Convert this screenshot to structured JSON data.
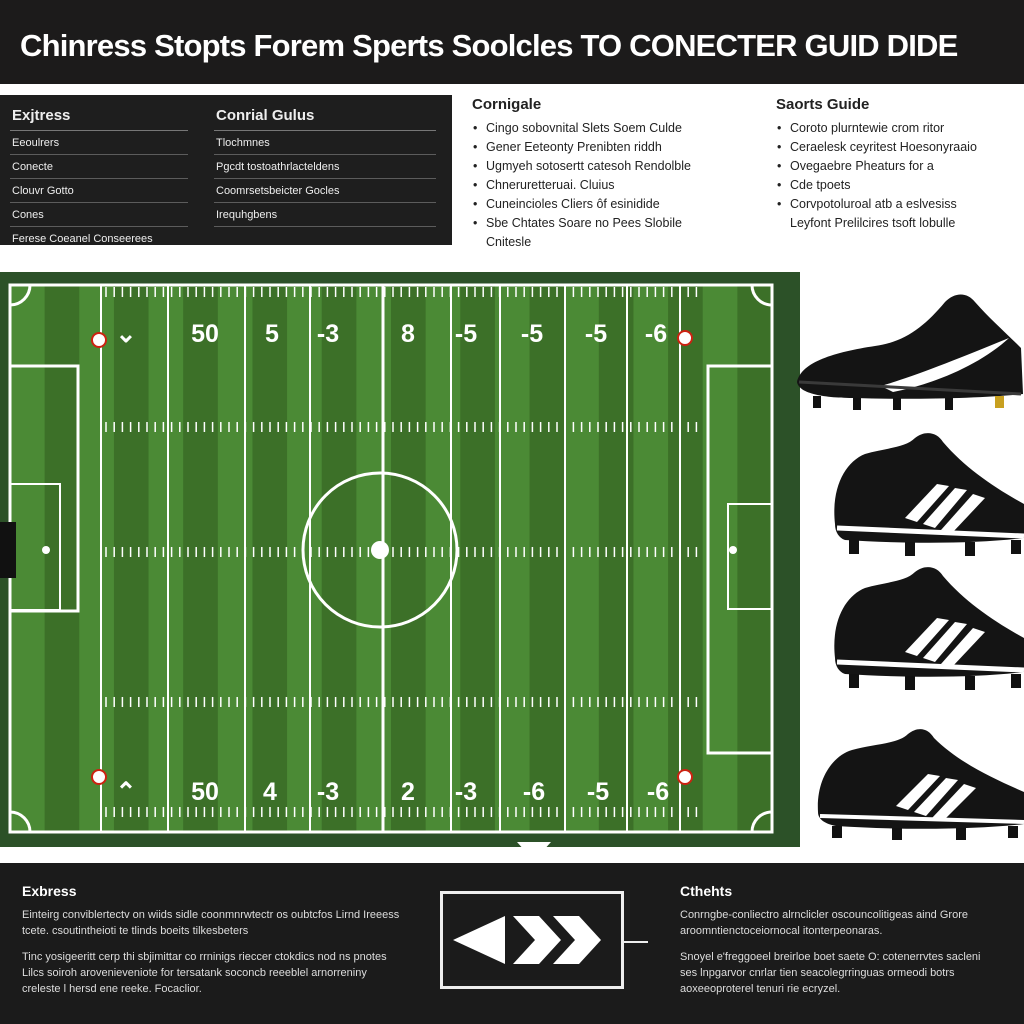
{
  "header": {
    "title": "Chinress Stopts Forem Sperts Soolcles TO CONECTER GUID DIDE"
  },
  "dark_panel": {
    "left_col": {
      "title": "Exjtress",
      "rows": [
        "Eeoulrers",
        "Conecte",
        "Clouvr Gotto",
        "Cones",
        "Ferese Coeanel Conseerees"
      ]
    },
    "right_col": {
      "title": "Conrial Gulus",
      "rows": [
        "Tlochmnes",
        "Pgcdt tostoathrlacteldens",
        "Coomrsetsbeicter Gocles",
        "Irequhgbens"
      ]
    }
  },
  "cornigale": {
    "title": "Cornigale",
    "items": [
      "Cingo sobovnital Slets Soem Culde",
      "Gener Eeteonty Prenibten riddh",
      "Ugmyeh sotosertt catesoh Rendolble",
      "Chneruretteruai. Cluius",
      "Cuneincioles Cliers ôf esinidide",
      "Sbe Chtates Soare no Pees Slobile"
    ],
    "wrap": "Cnitesle"
  },
  "sports_guide": {
    "title": "Saorts Guide",
    "items": [
      "Coroto plurntewie crom ritor",
      "Ceraelesk ceyritest Hoesonyraaio",
      "Ovegaebre Pheaturs for a",
      "Cde tpoets",
      "Corvpotoluroal atb a eslvesiss"
    ],
    "wrap": "Leyfont Prelilcires tsoft lobulle"
  },
  "field": {
    "top_numbers": [
      "50",
      "5",
      "-3",
      "8",
      "-5",
      "-5",
      "-5",
      "-6"
    ],
    "bottom_numbers": [
      "50",
      "4",
      "-3",
      "2",
      "-3",
      "-6",
      "-5",
      "-6"
    ],
    "left_arrow_glyph": "⌄",
    "left_arrow_bottom_glyph": "⌃",
    "colors": {
      "light_stripe": "#4b8a35",
      "dark_stripe": "#3c7028",
      "border": "#2c5128",
      "lines": "#ffffff"
    }
  },
  "cleats": [
    {
      "icon": "cleat-black-swoosh-icon"
    },
    {
      "icon": "cleat-three-stripe-icon"
    },
    {
      "icon": "cleat-three-stripe-icon"
    },
    {
      "icon": "cleat-three-stripe-icon"
    }
  ],
  "footer": {
    "left": {
      "title": "Exbress",
      "paragraphs": [
        "Einteirg conviblertectv on wiids sidle coonmnrwtectr os oubtcfos Lirnd Ireeess tcete. csoutintheioti te tlinds boeits tilkesbeters",
        "Tinc yosigeeritt cerp thi sbjimittar co rrninigs rieccer ctokdics nod ns pnotes Lilcs soiroh arovenieveniote for tersatank soconcb reeeblel arnorreniny creleste l hersd ene reeke. Focaclior."
      ]
    },
    "center": {
      "icon": "double-chevron-arrow-icon"
    },
    "right": {
      "title": "Cthehts",
      "paragraphs": [
        "Conrngbe-conliectro alrnclicler oscouncolitigeas aind Grore aroomntienctoceiornocal itonterpeonaras.",
        "Snoyel e'freggoeel breirloe boet saete O: cotenerrvtes sacleni ses lnpgarvor cnrlar tien seacolegrringuas ormeodi botrs aoxeeoproterel tenuri rie ecryzel."
      ]
    }
  }
}
